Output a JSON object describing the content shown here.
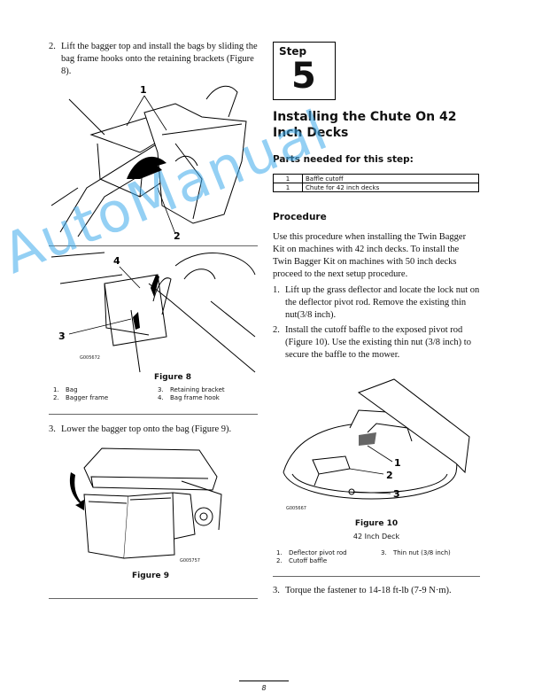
{
  "left": {
    "step2": {
      "num": "2.",
      "text": "Lift the bagger top and install the bags by sliding the bag frame hooks onto the retaining brackets (Figure 8)."
    },
    "figure8": {
      "top_callouts": [
        "1",
        "2"
      ],
      "bottom_callouts": [
        "4",
        "3"
      ],
      "code": "G005672",
      "title": "Figure 8",
      "legend": [
        {
          "n": "1.",
          "label": "Bag"
        },
        {
          "n": "2.",
          "label": "Bagger frame"
        },
        {
          "n": "3.",
          "label": "Retaining bracket"
        },
        {
          "n": "4.",
          "label": "Bag frame hook"
        }
      ]
    },
    "step3": {
      "num": "3.",
      "text": "Lower the bagger top onto the bag (Figure 9)."
    },
    "figure9": {
      "code": "G005757",
      "title": "Figure 9"
    }
  },
  "right": {
    "step_box": {
      "label": "Step",
      "number": "5"
    },
    "heading": "Installing the Chute On 42 Inch Decks",
    "parts_heading": "Parts needed for this step:",
    "parts": [
      {
        "qty": "1",
        "desc": "Baffle cutoff"
      },
      {
        "qty": "1",
        "desc": "Chute for 42 inch decks"
      }
    ],
    "procedure_heading": "Procedure",
    "intro": "Use this procedure when installing the Twin Bagger Kit on machines with 42 inch decks. To install the Twin Bagger Kit on machines with 50 inch decks proceed to the next setup procedure.",
    "steps": [
      {
        "num": "1.",
        "text": "Lift up the grass deflector and locate the lock nut on the deflector pivot rod. Remove the existing thin nut(3/8 inch)."
      },
      {
        "num": "2.",
        "text": "Install the cutoff baffle to the exposed pivot rod (Figure 10). Use the existing thin nut (3/8 inch) to secure the baffle to the mower."
      }
    ],
    "figure10": {
      "callouts": [
        "1",
        "2",
        "3"
      ],
      "code": "G005667",
      "title": "Figure 10",
      "subtitle": "42 Inch Deck",
      "legend": [
        {
          "n": "1.",
          "label": "Deflector pivot rod"
        },
        {
          "n": "2.",
          "label": "Cutoff baffle"
        },
        {
          "n": "3.",
          "label": "Thin nut (3/8 inch)"
        }
      ]
    },
    "step3": {
      "num": "3.",
      "text": "Torque the fastener to 14-18 ft-lb (7-9 N·m)."
    }
  },
  "watermark": "AutoManual",
  "page_number": "8"
}
